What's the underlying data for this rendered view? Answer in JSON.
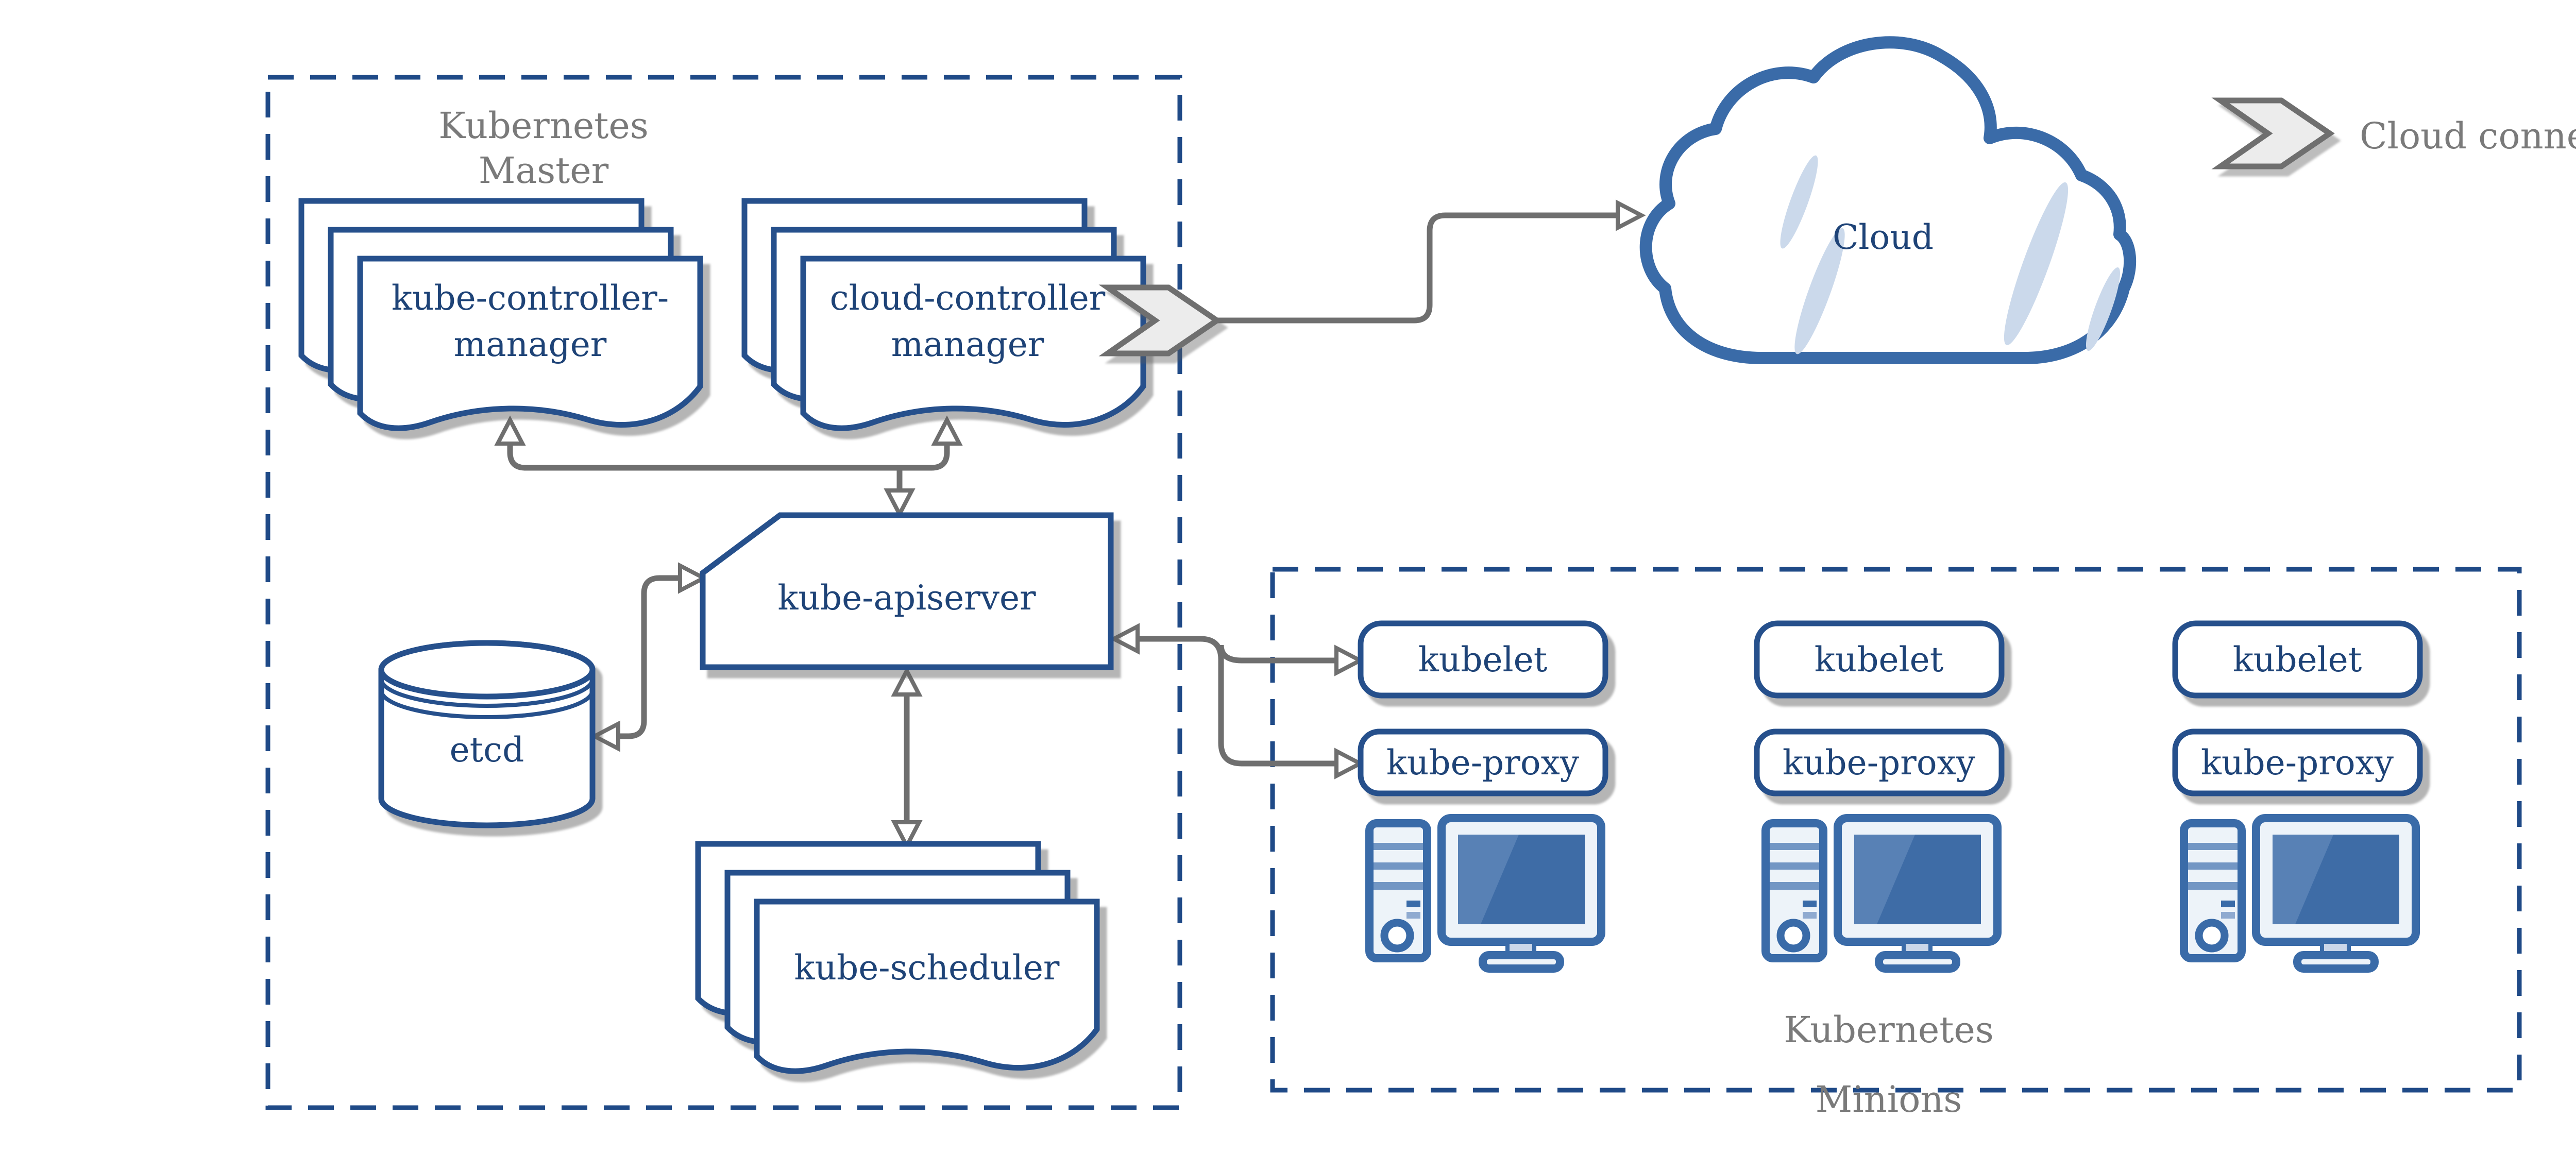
{
  "colors": {
    "navy_border": "#26508C",
    "navy_text": "#1E4377",
    "dashed_border": "#1F4A87",
    "cloud_blue": "#3A6BA8",
    "light_blue_accent": "#CBD9EB",
    "arrow_gray": "#6F6F6F",
    "label_gray": "#7A7A7A",
    "chevron_fill": "#ECECEC",
    "screen_blue": "#3E6CA6",
    "stripe_blue": "#7296C4",
    "panel_fill": "#EDF3F9"
  },
  "master": {
    "title_line1": "Kubernetes",
    "title_line2": "Master"
  },
  "nodes": {
    "kube_controller_manager": {
      "line1": "kube-controller-",
      "line2": "manager"
    },
    "cloud_controller_manager": {
      "line1": "cloud-controller",
      "line2": "manager"
    },
    "kube_apiserver": {
      "label": "kube-apiserver"
    },
    "etcd": {
      "label": "etcd"
    },
    "kube_scheduler": {
      "label": "kube-scheduler"
    }
  },
  "cloud": {
    "label": "Cloud"
  },
  "legend": {
    "label": "Cloud connector"
  },
  "minions": {
    "title_line1": "Kubernetes",
    "title_line2": "Minions",
    "columns": [
      {
        "kubelet": "kubelet",
        "kube_proxy": "kube-proxy"
      },
      {
        "kubelet": "kubelet",
        "kube_proxy": "kube-proxy"
      },
      {
        "kubelet": "kubelet",
        "kube_proxy": "kube-proxy"
      }
    ]
  }
}
